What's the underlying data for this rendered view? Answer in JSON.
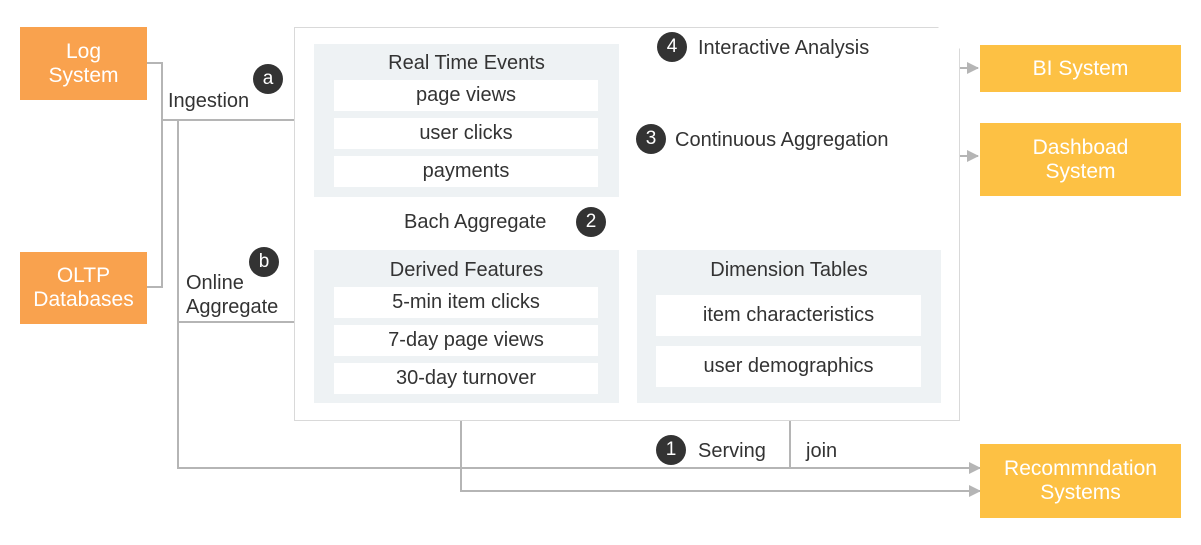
{
  "sources": {
    "log_system": {
      "line1": "Log",
      "line2": "System"
    },
    "oltp": {
      "line1": "OLTP",
      "line2": "Databases"
    }
  },
  "destinations": {
    "bi": {
      "line1": "BI System"
    },
    "dashboard": {
      "line1": "Dashboad",
      "line2": "System"
    },
    "recommendation": {
      "line1": "Recommndation",
      "line2": "Systems"
    }
  },
  "realtime": {
    "title": "Real Time Events",
    "items": [
      "page views",
      "user clicks",
      "payments"
    ]
  },
  "derived": {
    "title": "Derived Features",
    "items": [
      "5-min item clicks",
      "7-day page views",
      "30-day turnover"
    ]
  },
  "dimension": {
    "title": "Dimension Tables",
    "items": [
      "item characteristics",
      "user demographics"
    ]
  },
  "edges": {
    "ingestion": {
      "badge": "a",
      "label": "Ingestion"
    },
    "online": {
      "badge": "b",
      "line1": "Online",
      "line2": "Aggregate"
    },
    "interactive": {
      "badge": "4",
      "label": "Interactive Analysis"
    },
    "continuous": {
      "badge": "3",
      "label": "Continuous Aggregation"
    },
    "batch": {
      "badge": "2",
      "label": "Bach Aggregate"
    },
    "serving": {
      "badge": "1",
      "label": "Serving"
    },
    "join": {
      "label": "join"
    }
  },
  "colors": {
    "source": "#f9a24e",
    "destination": "#fdc144",
    "group": "#eef2f4",
    "arrow": "#b5b5b5",
    "badge": "#333333"
  }
}
